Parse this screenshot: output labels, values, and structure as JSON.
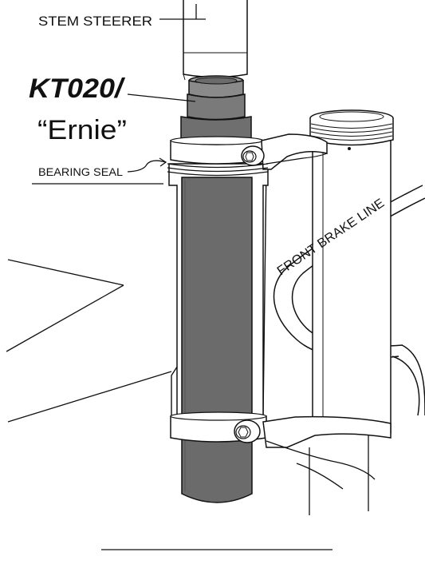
{
  "labels": {
    "stem_steerer": "STEM STEERER",
    "tool_code": "KT020/",
    "tool_name": "“Ernie”",
    "bearing_seal": "BEARING SEAL",
    "front_brake_line": "FRONT BRAKE LINE"
  },
  "colors": {
    "line": "#111111",
    "tool_dark": "#6b6b6b",
    "tool_mid": "#8a8a8a",
    "tool_light": "#a3a3a3",
    "background": "#ffffff"
  }
}
